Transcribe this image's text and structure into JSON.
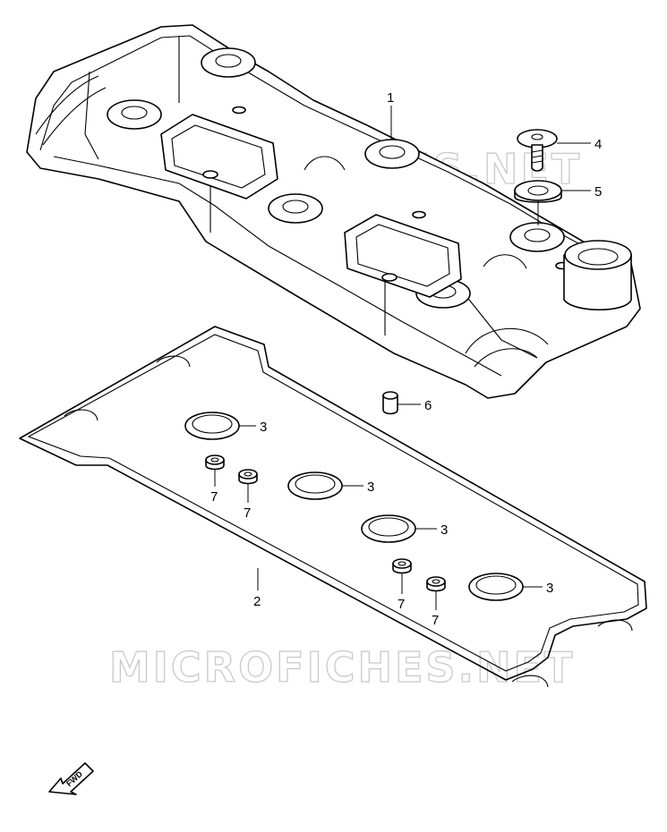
{
  "callouts": {
    "c1": "1",
    "c2": "2",
    "c3a": "3",
    "c3b": "3",
    "c3c": "3",
    "c3d": "3",
    "c4": "4",
    "c5": "5",
    "c6": "6",
    "c7a": "7",
    "c7b": "7",
    "c7c": "7",
    "c7d": "7"
  },
  "watermark": {
    "top": "MICROFICHES.NET",
    "bottom": "MICROFICHES.NET"
  },
  "fwd_label": "FWD"
}
